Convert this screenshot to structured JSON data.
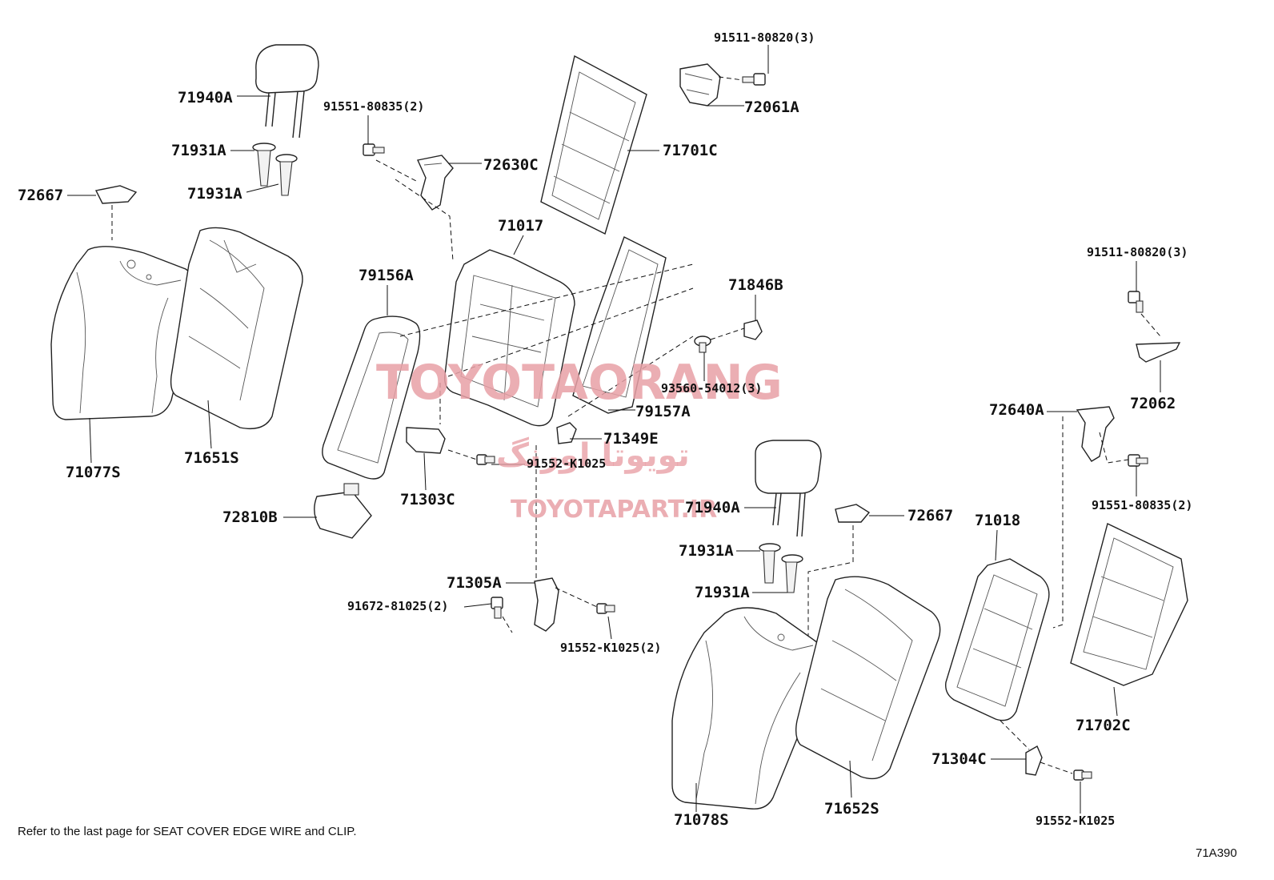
{
  "parts": {
    "p71940A_1": "71940A",
    "p71931A_1": "71931A",
    "p71931A_2": "71931A",
    "p72667_1": "72667",
    "p71077S": "71077S",
    "p71651S": "71651S",
    "p91551_1": "91551-80835(2)",
    "p72630C": "72630C",
    "p71017": "71017",
    "p79156A": "79156A",
    "p71303C": "71303C",
    "p72810B": "72810B",
    "p91552_1": "91552-K1025",
    "p71349E": "71349E",
    "p71305A": "71305A",
    "p91672": "91672-81025(2)",
    "p91552_2": "91552-K1025(2)",
    "p91511_1": "91511-80820(3)",
    "p72061A": "72061A",
    "p71701C": "71701C",
    "p71846B": "71846B",
    "p93560": "93560-54012(3)",
    "p79157A": "79157A",
    "p91511_2": "91511-80820(3)",
    "p72062": "72062",
    "p72640A": "72640A",
    "p91551_2": "91551-80835(2)",
    "p71940A_2": "71940A",
    "p72667_2": "72667",
    "p71931A_3": "71931A",
    "p71931A_4": "71931A",
    "p71018": "71018",
    "p71702C": "71702C",
    "p71078S": "71078S",
    "p71652S": "71652S",
    "p71304C": "71304C",
    "p91552_3": "91552-K1025"
  },
  "watermark": {
    "brand": "TOYOTAORANG",
    "persian": "تویوتا اورنگ",
    "site": "TOYOTAPART.IR",
    "color": "#e8a0a6"
  },
  "footnote": "Refer to the last page for SEAT COVER EDGE WIRE and CLIP.",
  "diagram_code": "71A390"
}
